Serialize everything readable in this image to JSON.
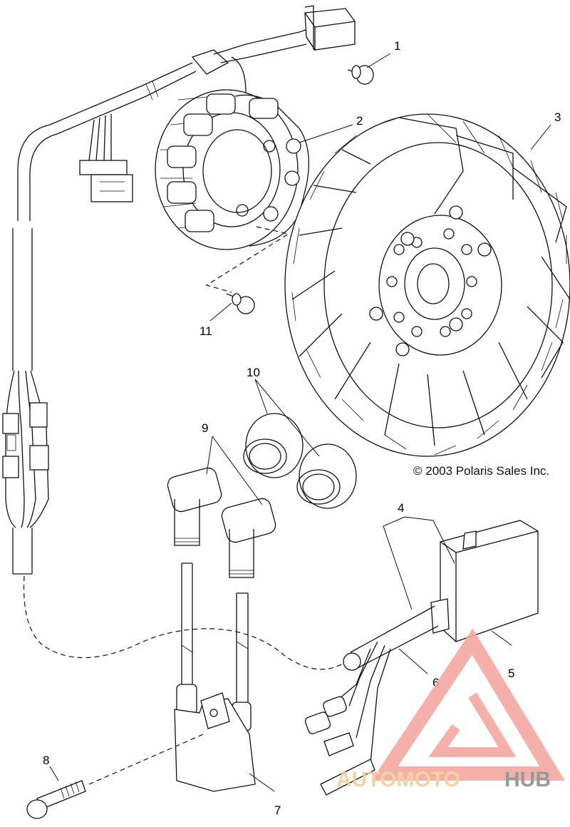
{
  "diagram": {
    "copyright": "© 2003 Polaris Sales Inc.",
    "callouts": [
      "1",
      "2",
      "3",
      "4",
      "5",
      "6",
      "7",
      "8",
      "9",
      "10",
      "11"
    ]
  },
  "watermark": {
    "text_part1": "AUTOMOTO",
    "text_part2": "HUB",
    "color_primary": "#f4a9a0",
    "color_secondary": "#f3cf9a",
    "color_dark": "#8f8f8f"
  }
}
